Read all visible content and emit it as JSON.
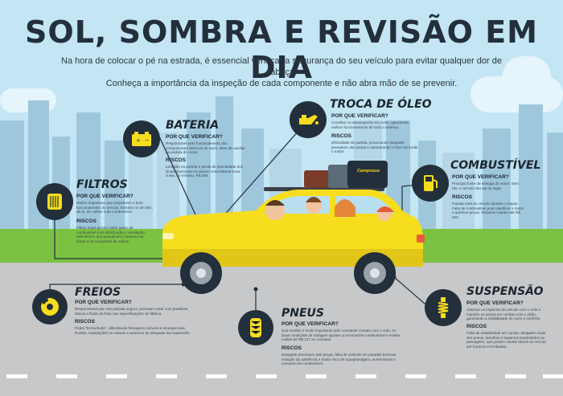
{
  "header": {
    "title": "SOL, SOMBRA E REVISÃO EM DIA",
    "intro_line1": "Na hora de colocar o pé na estrada, é essencial verificar a segurança do seu veículo para evitar qualquer dor de cabeça.",
    "intro_line2": "Conheça a importância da inspeção de cada componente e não abra mão de se prevenir."
  },
  "car": {
    "roof_box_label": "Campneus"
  },
  "sections": {
    "bateria": {
      "title": "BATERIA",
      "why_label": "POR QUE VERIFICAR?",
      "why_text": "Responsável pelo funcionamento dos componentes elétricos do carro, além de auxiliar na partida do motor.",
      "risk_label": "RISCOS",
      "risk_text": "Lentidão na partida e perda de intensidade dos sinais luminosos no painel. Uma bateria nova custa, no mínimo, R$ 350."
    },
    "troca_oleo": {
      "title": "TROCA DE ÓLEO",
      "why_label": "POR QUE VERIFICAR?",
      "why_text": "Contribui no desempenho do motor, garantindo melhor funcionamento de todo o sistema.",
      "risk_label": "RISCOS",
      "risk_text": "Dificuldade de partida, provocando desgaste prematuro das peças e aumentando o risco de fundir o motor."
    },
    "filtros": {
      "title": "FILTROS",
      "why_label": "POR QUE VERIFICAR?",
      "why_text": "Retém impurezas que prejudicam o bom funcionamento do veículo. Existem os de óleo, de ar, de cabine e de combustível.",
      "risk_label": "RISCOS",
      "risk_text": "Filtros sujos geram maior gasto de combustível com lubrificação e ventilação deficientes, que prejudicam o sistema do motor e os ocupantes da cabine."
    },
    "combustivel": {
      "title": "COMBUSTÍVEL",
      "why_label": "POR QUE VERIFICAR?",
      "why_text": "Principal fonte de energia do motor. Sem ele, o veículo não sai do lugar.",
      "risk_label": "RISCOS",
      "risk_text": "Parada total do veículo durante o trajeto. Falta de combustível pode danificar o motor e queimar peças. Reparos custam até R$ 400."
    },
    "freios": {
      "title": "FREIOS",
      "why_label": "POR QUE VERIFICAR?",
      "why_text": "Responsáveis por uma parada segura, precisam estar com pastilhas, discos e fluido de freio nas especificações de fábrica.",
      "risk_label": "RISCOS",
      "risk_text": "Pedal \"borrachudo\", dificultando frenagens comuns e emergenciais. Ruídos, trepidações no volante e aumento do desgaste da suspensão."
    },
    "pneus": {
      "title": "PNEUS",
      "why_label": "POR QUE VERIFICAR?",
      "why_text": "Sua revisão é muito importante pelo constante contato com o solo. As boas condições de rodagem ajudam a economizar combustível e evitam multas de R$ 127 ao condutor.",
      "risk_label": "RISCOS",
      "risk_text": "Desgaste prematuro das peças, falta de controle em paradas bruscas, redução da aderência e maior risco de aquaplanagem, aumentando o consumo de combustível."
    },
    "suspensao": {
      "title": "SUSPENSÃO",
      "why_label": "POR QUE VERIFICAR?",
      "why_text": "Absorve os impactos do veículo com o solo e mantém os pneus em contato com o chão, garantindo a estabilidade do carro e conforto.",
      "risk_label": "RISCOS",
      "risk_text": "Falta de estabilidade em curvas, desgaste maior dos pneus, barulhos e impactos transmitidos ao passageiro, que podem causar danos ao veículo por buracos e lombadas."
    }
  },
  "icons": [
    "battery-icon",
    "oil-can-icon",
    "filter-icon",
    "fuel-pump-icon",
    "brake-disc-icon",
    "tire-icon",
    "shock-absorber-icon"
  ],
  "colors": {
    "sky": "#c3e5f4",
    "grass": "#7cc242",
    "road": "#c7c8ca",
    "car": "#f6dd1e",
    "badge": "#23303b",
    "accent": "#f6dd1e"
  }
}
